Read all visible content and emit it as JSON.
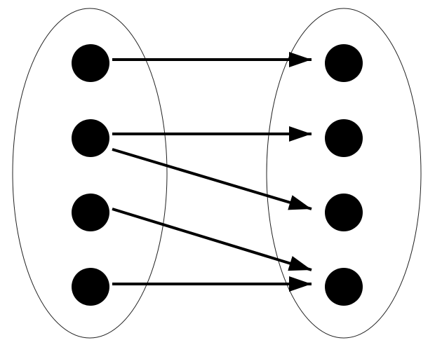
{
  "diagram": {
    "type": "mapping",
    "sets": [
      {
        "id": "domain",
        "elements": 4
      },
      {
        "id": "codomain",
        "elements": 4
      }
    ],
    "mappings": [
      {
        "from": 1,
        "to": 1
      },
      {
        "from": 2,
        "to": 2
      },
      {
        "from": 2,
        "to": 3
      },
      {
        "from": 3,
        "to": 4
      },
      {
        "from": 4,
        "to": 4
      }
    ],
    "colors": {
      "background": "#ffffff",
      "ink": "#000000",
      "outline": "#222222"
    }
  }
}
